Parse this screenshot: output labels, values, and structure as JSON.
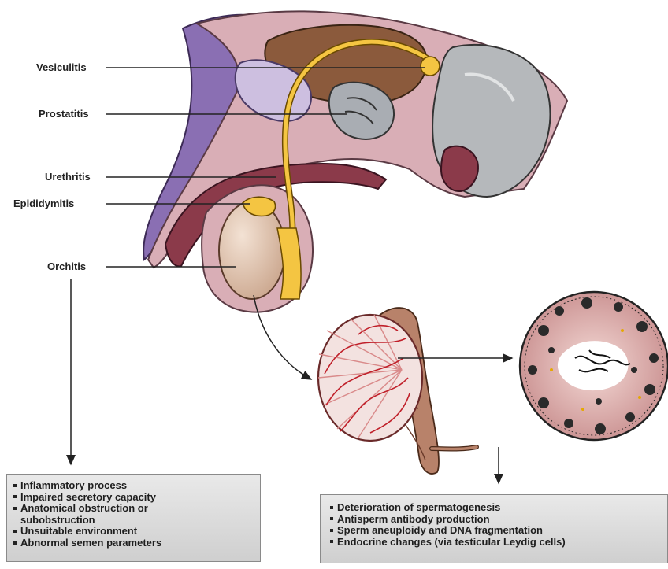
{
  "labels": {
    "vesiculitis": "Vesiculitis",
    "prostatitis": "Prostatitis",
    "urethritis": "Urethritis",
    "epididymitis": "Epididymitis",
    "orchitis": "Orchitis"
  },
  "left_box": {
    "items": [
      "Inflammatory process",
      "Impaired secretory capacity",
      "Anatomical obstruction or",
      "subobstruction",
      "Unsuitable environment",
      "Abnormal semen parameters"
    ]
  },
  "right_box": {
    "items": [
      "Deterioration of spermatogenesis",
      "Antisperm antibody production",
      "Sperm aneuploidy and DNA fragmentation",
      "Endocrine changes (via testicular Leydig cells)"
    ]
  },
  "colors": {
    "skin_purple": "#8a6fb3",
    "tissue_pink": "#d9aeb6",
    "muscle_maroon": "#8b3a4a",
    "duct_yellow": "#f4c542",
    "bladder_brown": "#8b5a3c",
    "gland_grey": "#a9adb3",
    "testis_beige": "#e6c9b4",
    "vessel_red": "#c0202a",
    "box_grey": "#d8d8d8"
  }
}
